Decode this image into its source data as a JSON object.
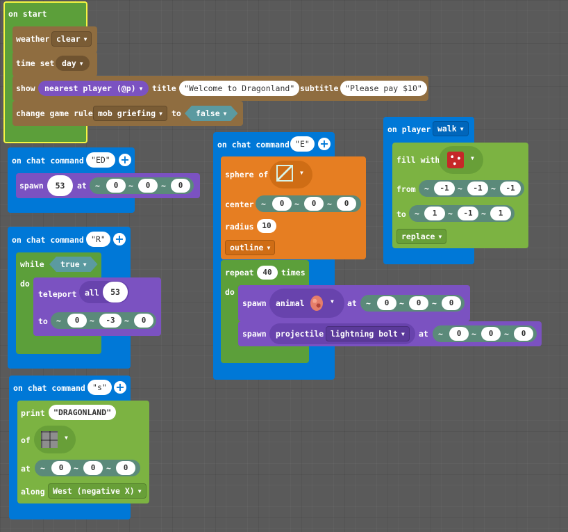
{
  "on_start": {
    "label": "on start"
  },
  "weather": {
    "label": "weather",
    "value": "clear"
  },
  "time_set": {
    "label": "time set",
    "value": "day"
  },
  "show": {
    "label": "show",
    "target": "nearest player (@p)",
    "title_label": "title",
    "title": "Welcome to Dragonland",
    "subtitle_label": "subtitle",
    "subtitle": "Please pay $10"
  },
  "gamerule": {
    "label": "change game rule",
    "rule": "mob griefing",
    "to": "to",
    "value": "false"
  },
  "chat_ed": {
    "label": "on chat command",
    "command": "ED",
    "spawn": "spawn",
    "mob": "53",
    "at": "at",
    "pos": [
      "~",
      "0",
      "~",
      "0",
      "~",
      "0"
    ]
  },
  "chat_r": {
    "label": "on chat command",
    "command": "R",
    "while": "while",
    "cond": "true",
    "do": "do",
    "teleport": "teleport",
    "who": "all",
    "value": "53",
    "to": "to",
    "pos": [
      "~",
      "0",
      "~",
      "-3",
      "~",
      "0"
    ]
  },
  "chat_s": {
    "label": "on chat command",
    "command": "s",
    "print": "print",
    "text": "DRAGONLAND",
    "of": "of",
    "at": "at",
    "along": "along",
    "direction": "West (negative X)",
    "pos": [
      "~",
      "0",
      "~",
      "0",
      "~",
      "0"
    ]
  },
  "chat_e": {
    "label": "on chat command",
    "command": "E",
    "sphere_of": "sphere of",
    "center": "center",
    "radius": "radius",
    "radius_value": "10",
    "mode": "outline",
    "repeat": "repeat",
    "times_value": "40",
    "times": "times",
    "do": "do",
    "spawn": "spawn",
    "animal": "animal",
    "at": "at",
    "spawn2": "spawn",
    "projectile": "projectile",
    "projectile_value": "lightning bolt",
    "at2": "at",
    "center_pos": [
      "~",
      "0",
      "~",
      "0",
      "~",
      "0"
    ],
    "animal_pos": [
      "~",
      "0",
      "~",
      "0",
      "~",
      "0"
    ],
    "proj_pos": [
      "~",
      "0",
      "~",
      "0",
      "~",
      "0"
    ]
  },
  "on_player": {
    "label": "on player",
    "event": "walk",
    "fill": "fill with",
    "from": "from",
    "to": "to",
    "replace": "replace",
    "from_pos": [
      "~",
      "-1",
      "~",
      "-1",
      "~",
      "-1"
    ],
    "to_pos": [
      "~",
      "1",
      "~",
      "-1",
      "~",
      "1"
    ]
  },
  "colors": {
    "events": "#0078d7",
    "gameplay": "#8f6d40",
    "player": "#7b52c1",
    "shapes": "#e67e22",
    "loops": "#5c9f3a",
    "blocks": "#7cb342",
    "positions": "#5b8a7a",
    "workspace": "#5a5a5a"
  }
}
